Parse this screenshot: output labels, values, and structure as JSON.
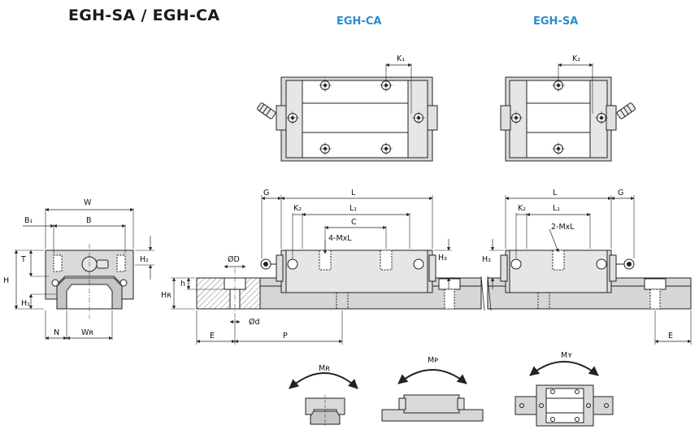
{
  "title": "EGH-SA / EGH-CA",
  "views": {
    "ca_label": "EGH-CA",
    "sa_label": "EGH-SA"
  },
  "dims": {
    "W": "W",
    "B": "B",
    "B1": "B₁",
    "T": "T",
    "H": "H",
    "H1": "H₁",
    "H2": "H₂",
    "N": "N",
    "WR": "Wʀ",
    "HR": "Hʀ",
    "h": "h",
    "D": "ØD",
    "d": "Ød",
    "E": "E",
    "P": "P",
    "G": "G",
    "L": "L",
    "L1": "L₁",
    "K1": "K₁",
    "K2": "K₂",
    "C": "C",
    "H3": "H₃",
    "bolt4": "4-MxL",
    "bolt2": "2-MxL"
  },
  "moments": {
    "MR": "Mʀ",
    "MP": "Mᴘ",
    "MY": "Mʏ"
  },
  "colors": {
    "block": "#d9d9d9",
    "rail": "#cfcfcf",
    "line": "#222222",
    "accent": "#2a8fc9"
  }
}
